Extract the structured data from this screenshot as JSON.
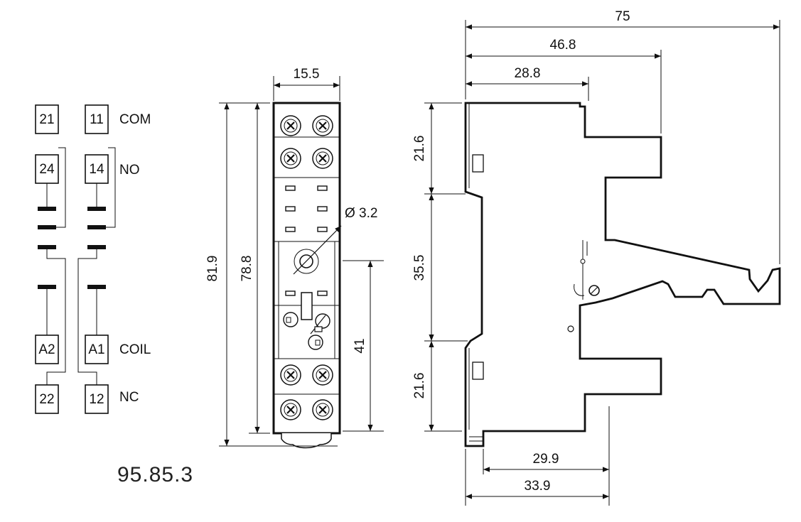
{
  "schematic": {
    "pins": [
      "21",
      "11",
      "24",
      "14",
      "A2",
      "A1",
      "22",
      "12"
    ],
    "labels": {
      "com": "COM",
      "no": "NO",
      "coil": "COIL",
      "nc": "NC"
    }
  },
  "model_number": "95.85.3",
  "front_view": {
    "width": "15.5",
    "height_total": "81.9",
    "height_body": "78.8",
    "hole": "Ø 3.2",
    "hole_offset": "41"
  },
  "side_view": {
    "total_depth": "75",
    "depth_mid": "46.8",
    "depth_top": "28.8",
    "section_top": "21.6",
    "section_mid": "35.5",
    "section_bottom": "21.6",
    "depth_base_inner": "29.9",
    "depth_base_outer": "33.9"
  }
}
